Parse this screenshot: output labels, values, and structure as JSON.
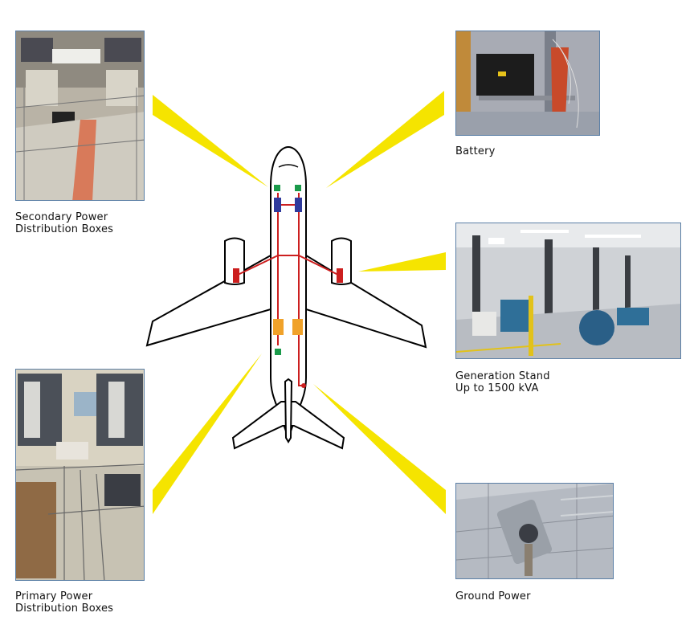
{
  "colors": {
    "beam": "#f5e400",
    "wiring": "#cc1f1f",
    "secondary_box": "#2f3a9c",
    "connector": "#1a9a4a",
    "primary_box": "#f0a22a",
    "photo_border": "#5b7fa6"
  },
  "photos": [
    {
      "id": "secondary-power-distribution",
      "caption_lines": [
        "Secondary Power",
        "Distribution Boxes"
      ],
      "icon": "lab-racks-photo"
    },
    {
      "id": "battery",
      "caption_lines": [
        "Battery"
      ],
      "icon": "battery-photo"
    },
    {
      "id": "generation-stand",
      "caption_lines": [
        "Generation Stand",
        "Up to 1500 kVA"
      ],
      "icon": "generator-hall-photo"
    },
    {
      "id": "primary-power-distribution",
      "caption_lines": [
        "Primary Power",
        "Distribution Boxes"
      ],
      "icon": "cabinet-photo"
    },
    {
      "id": "ground-power",
      "caption_lines": [
        "Ground Power"
      ],
      "icon": "ground-connector-photo"
    }
  ]
}
